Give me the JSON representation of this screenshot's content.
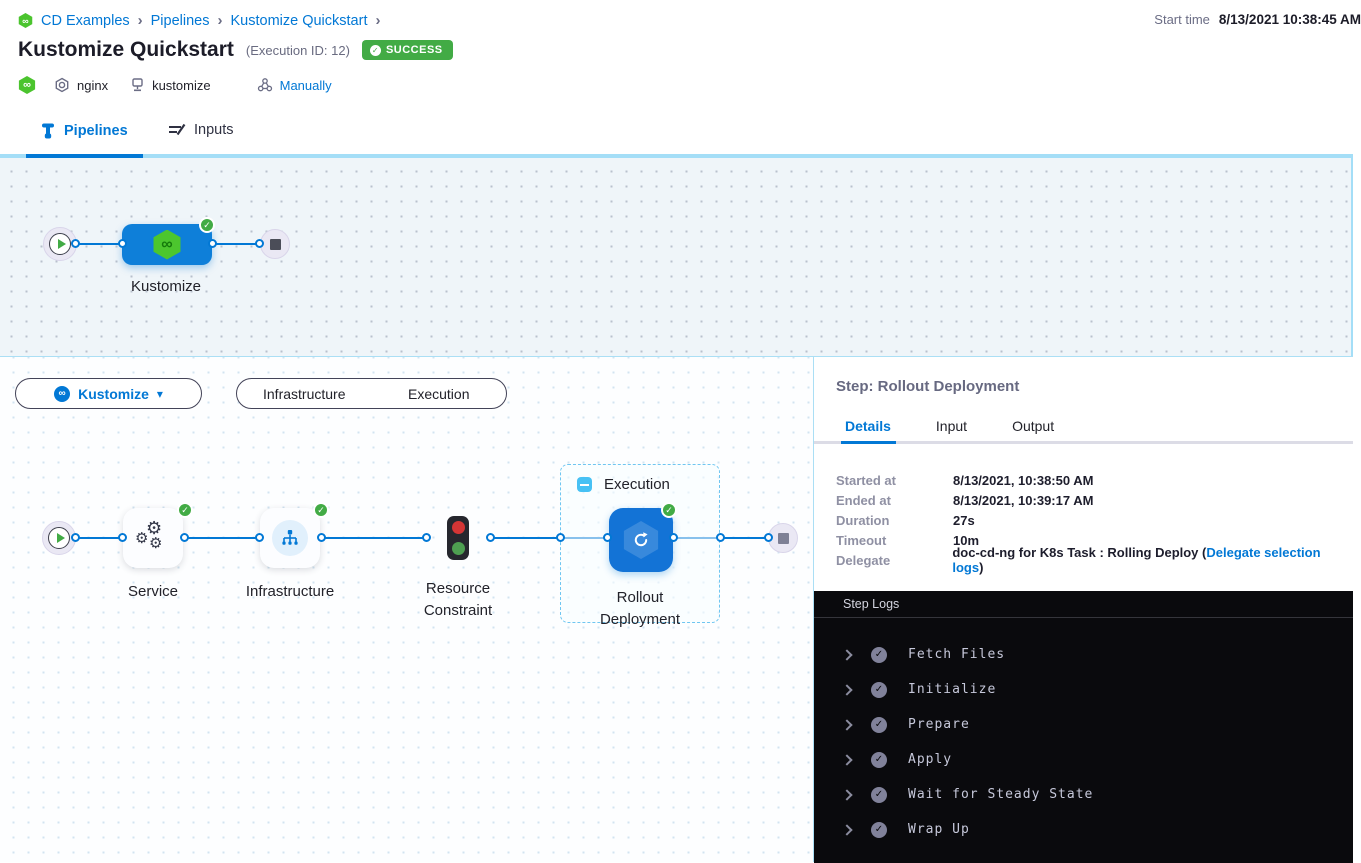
{
  "icons": {
    "infinity": "∞",
    "check": "✓",
    "gear": "⚙",
    "caret_down": "▾",
    "chevron_separator": "›"
  },
  "colors": {
    "primary_blue": "#0278d5",
    "success_green": "#42ab45",
    "logo_green": "#4bc42e",
    "light_blue_accent": "#a4def7",
    "node_blue": "#1373d6"
  },
  "header": {
    "breadcrumb": {
      "items": [
        "CD Examples",
        "Pipelines",
        "Kustomize Quickstart"
      ],
      "separator": "›"
    },
    "title": "Kustomize Quickstart",
    "execution_id": "(Execution ID: 12)",
    "status_badge": "SUCCESS",
    "start_time_label": "Start time",
    "start_time_value": "8/13/2021 10:38:45 AM",
    "meta": {
      "service": "nginx",
      "environment": "kustomize",
      "trigger": "Manually"
    }
  },
  "tabs": {
    "pipelines": "Pipelines",
    "inputs": "Inputs"
  },
  "top_graph": {
    "stage_label": "Kustomize"
  },
  "stage_graph": {
    "stage_selector_label": "Kustomize",
    "toggle": {
      "infrastructure": "Infrastructure",
      "execution": "Execution"
    },
    "labels": {
      "service": "Service",
      "infrastructure": "Infrastructure",
      "resource_constraint_line1": "Resource",
      "resource_constraint_line2": "Constraint",
      "execution_group": "Execution",
      "rollout_line1": "Rollout",
      "rollout_line2": "Deployment"
    }
  },
  "step_panel": {
    "title": "Step: Rollout Deployment",
    "tabs": {
      "details": "Details",
      "input": "Input",
      "output": "Output"
    },
    "details": [
      {
        "label": "Started at",
        "value": "8/13/2021, 10:38:50 AM"
      },
      {
        "label": "Ended at",
        "value": "8/13/2021, 10:39:17 AM"
      },
      {
        "label": "Duration",
        "value": "27s"
      },
      {
        "label": "Timeout",
        "value": "10m"
      },
      {
        "label": "Delegate",
        "value_prefix": "doc-cd-ng for K8s Task : Rolling Deploy (",
        "link": "Delegate selection logs",
        "value_suffix": ")"
      }
    ],
    "logs": {
      "title": "Step Logs",
      "items": [
        "Fetch Files",
        "Initialize",
        "Prepare",
        "Apply",
        "Wait for Steady State",
        "Wrap Up"
      ]
    }
  }
}
